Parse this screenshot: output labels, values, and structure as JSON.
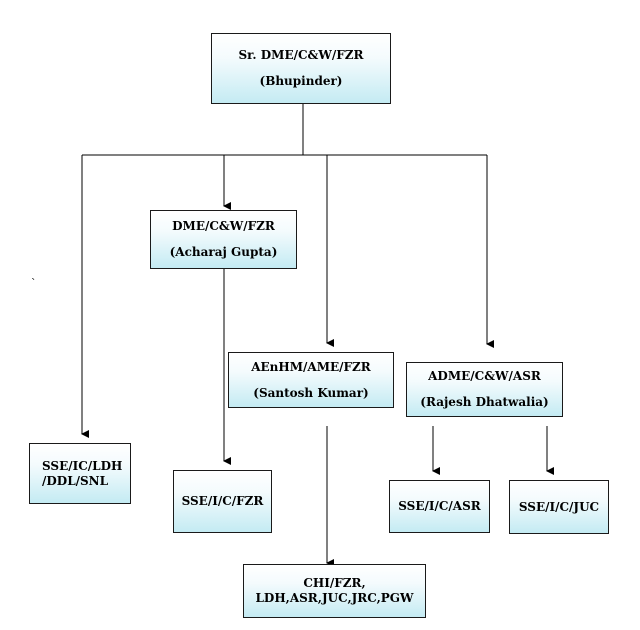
{
  "stray_mark": "`",
  "nodes": {
    "sr_dme": {
      "line1": "Sr. DME/C&W/FZR",
      "line2": "(Bhupinder)"
    },
    "dme": {
      "line1": "DME/C&W/FZR",
      "line2": "(Acharaj Gupta)"
    },
    "aenhm": {
      "line1": "AEnHM/AME/FZR",
      "line2": "(Santosh Kumar)"
    },
    "adme": {
      "line1": "ADME/C&W/ASR",
      "line2": "(Rajesh Dhatwalia)"
    },
    "sse_ldh": {
      "line1": "SSE/IC/LDH",
      "line2": "/DDL/SNL"
    },
    "sse_fzr": {
      "line1": "SSE/I/C/FZR"
    },
    "sse_asr": {
      "line1": "SSE/I/C/ASR"
    },
    "sse_juc": {
      "line1": "SSE/I/C/JUC"
    },
    "chi": {
      "line1": "CHI/FZR,",
      "line2": "LDH,ASR,JUC,JRC,PGW"
    }
  }
}
